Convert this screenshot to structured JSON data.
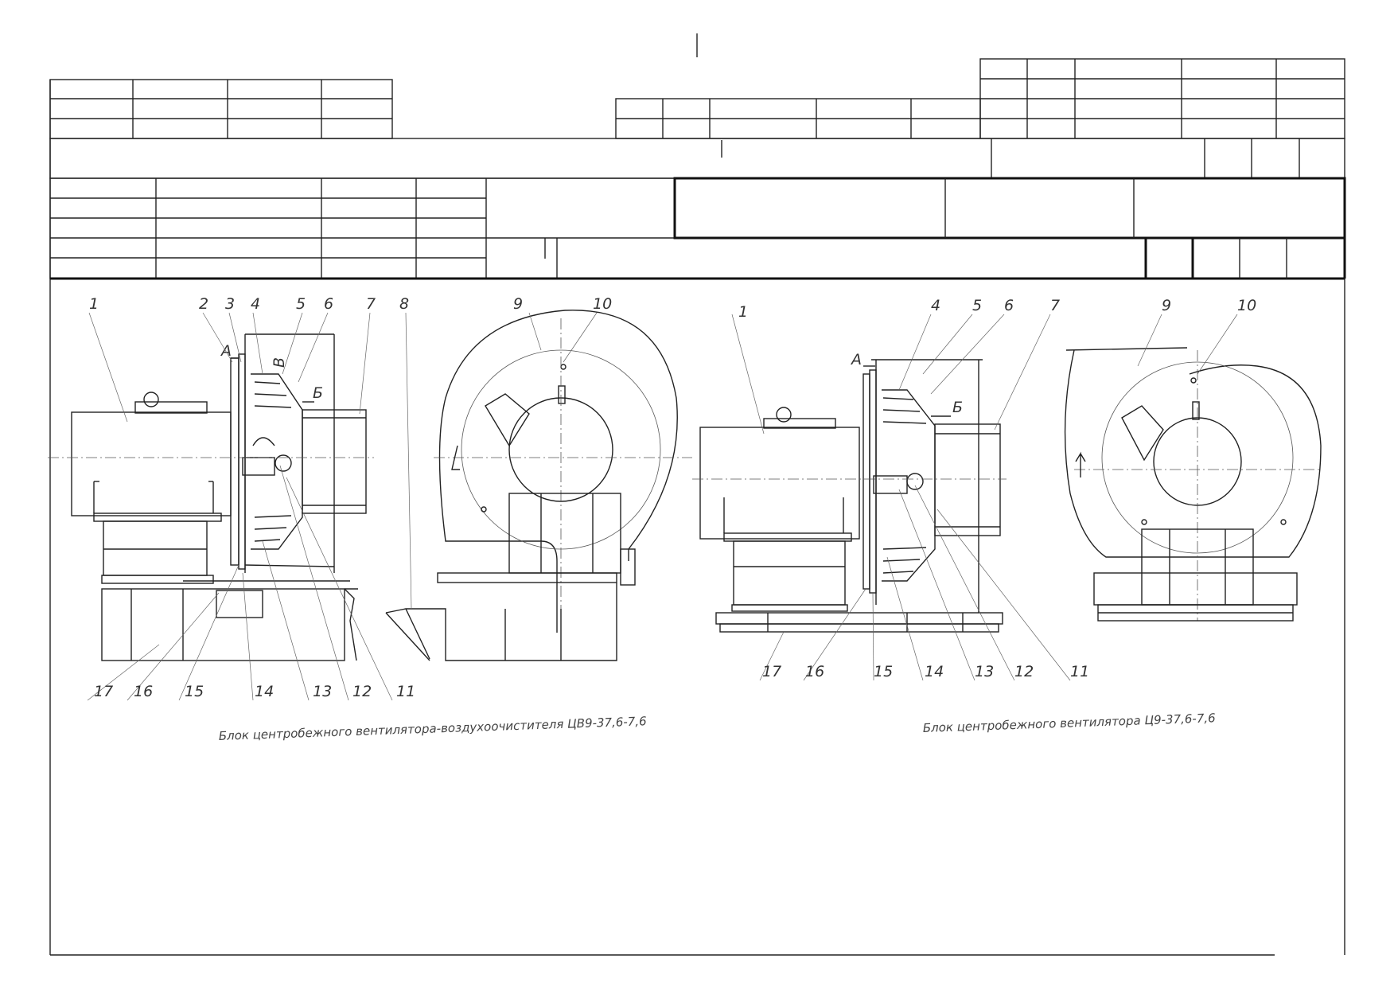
{
  "drawings": [
    {
      "caption": "Блок центробежного вентилятора-воздухоочистителя ЦВ9-37,6-7,6",
      "side_view_callouts": [
        "1",
        "2",
        "3",
        "4",
        "5",
        "6",
        "7",
        "8"
      ],
      "front_view_callouts": [
        "9",
        "10"
      ],
      "bottom_callouts": [
        "17",
        "16",
        "15",
        "14",
        "13",
        "12",
        "11"
      ],
      "section_marks": [
        "А",
        "В",
        "Б"
      ]
    },
    {
      "caption": "Блок центробежного вентилятора Ц9-37,6-7,6",
      "side_view_callouts": [
        "1",
        "4",
        "5",
        "6",
        "7"
      ],
      "front_view_callouts": [
        "9",
        "10"
      ],
      "bottom_callouts": [
        "17",
        "16",
        "15",
        "14",
        "13",
        "12",
        "11"
      ],
      "section_marks": [
        "А",
        "Б"
      ]
    }
  ]
}
